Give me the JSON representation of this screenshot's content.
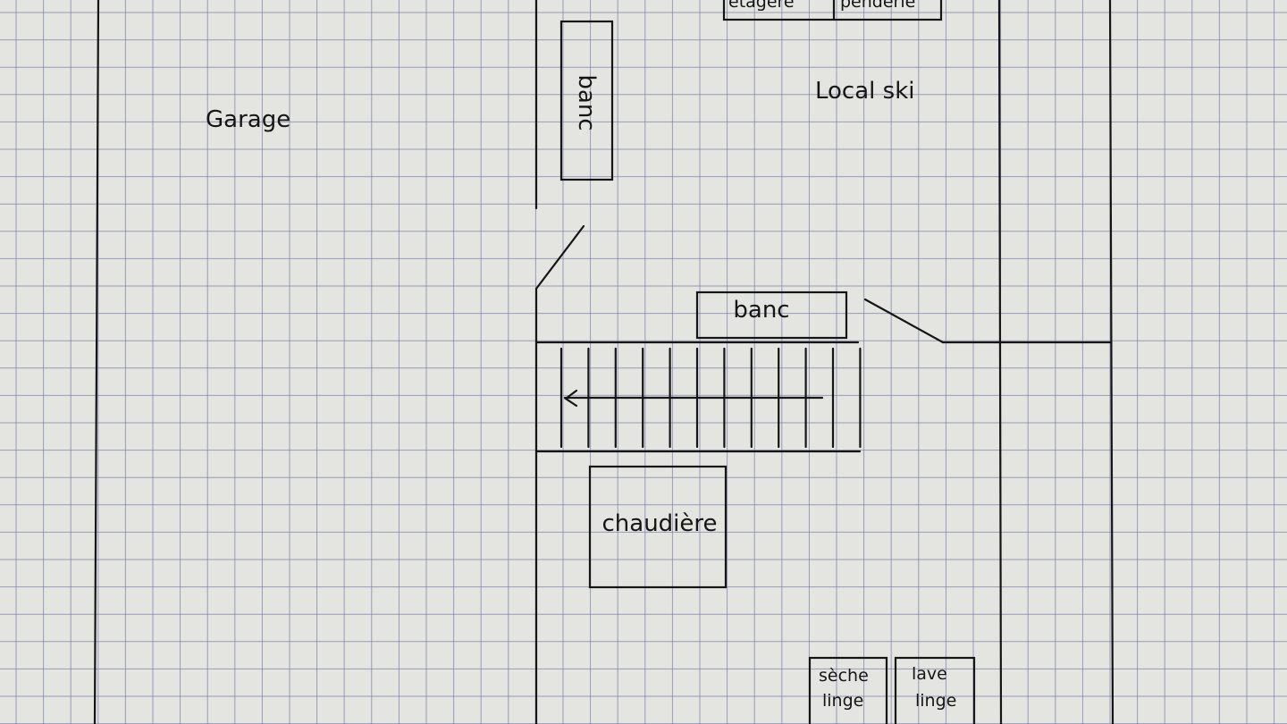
{
  "plan": {
    "rooms": {
      "garage": "Garage",
      "ski_room": "Local ski"
    },
    "furniture": {
      "bench_vertical": "banc",
      "bench_horizontal": "banc",
      "boiler": "chaudière",
      "shelf": "étagère",
      "wardrobe": "penderie",
      "dryer": [
        "sèche",
        "linge"
      ],
      "washer": [
        "lave",
        "linge"
      ]
    }
  },
  "colors": {
    "paper": "#e4e5e0",
    "grid": "#7d82a8",
    "ink": "#151515"
  }
}
